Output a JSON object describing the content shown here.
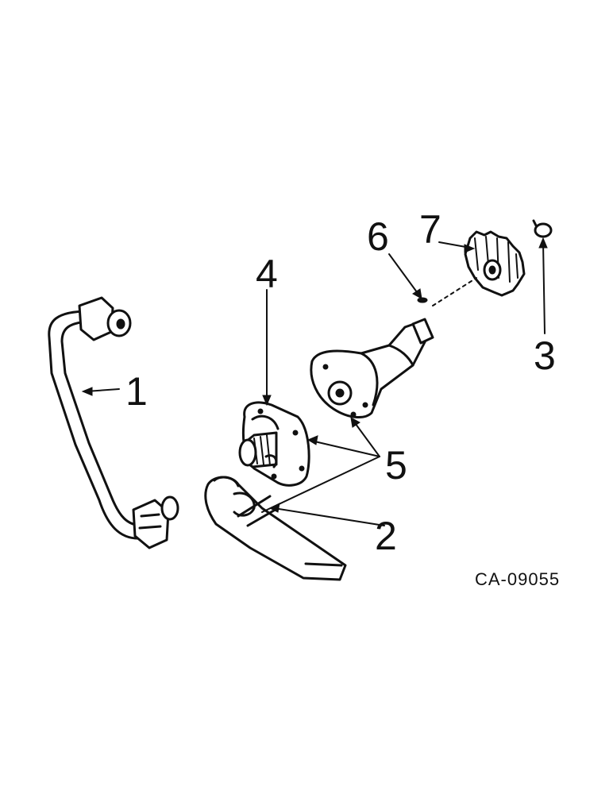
{
  "callouts": {
    "c1": "1",
    "c2": "2",
    "c3": "3",
    "c4": "4",
    "c5": "5",
    "c6": "6",
    "c7": "7"
  },
  "figure_code": "CA-09055"
}
